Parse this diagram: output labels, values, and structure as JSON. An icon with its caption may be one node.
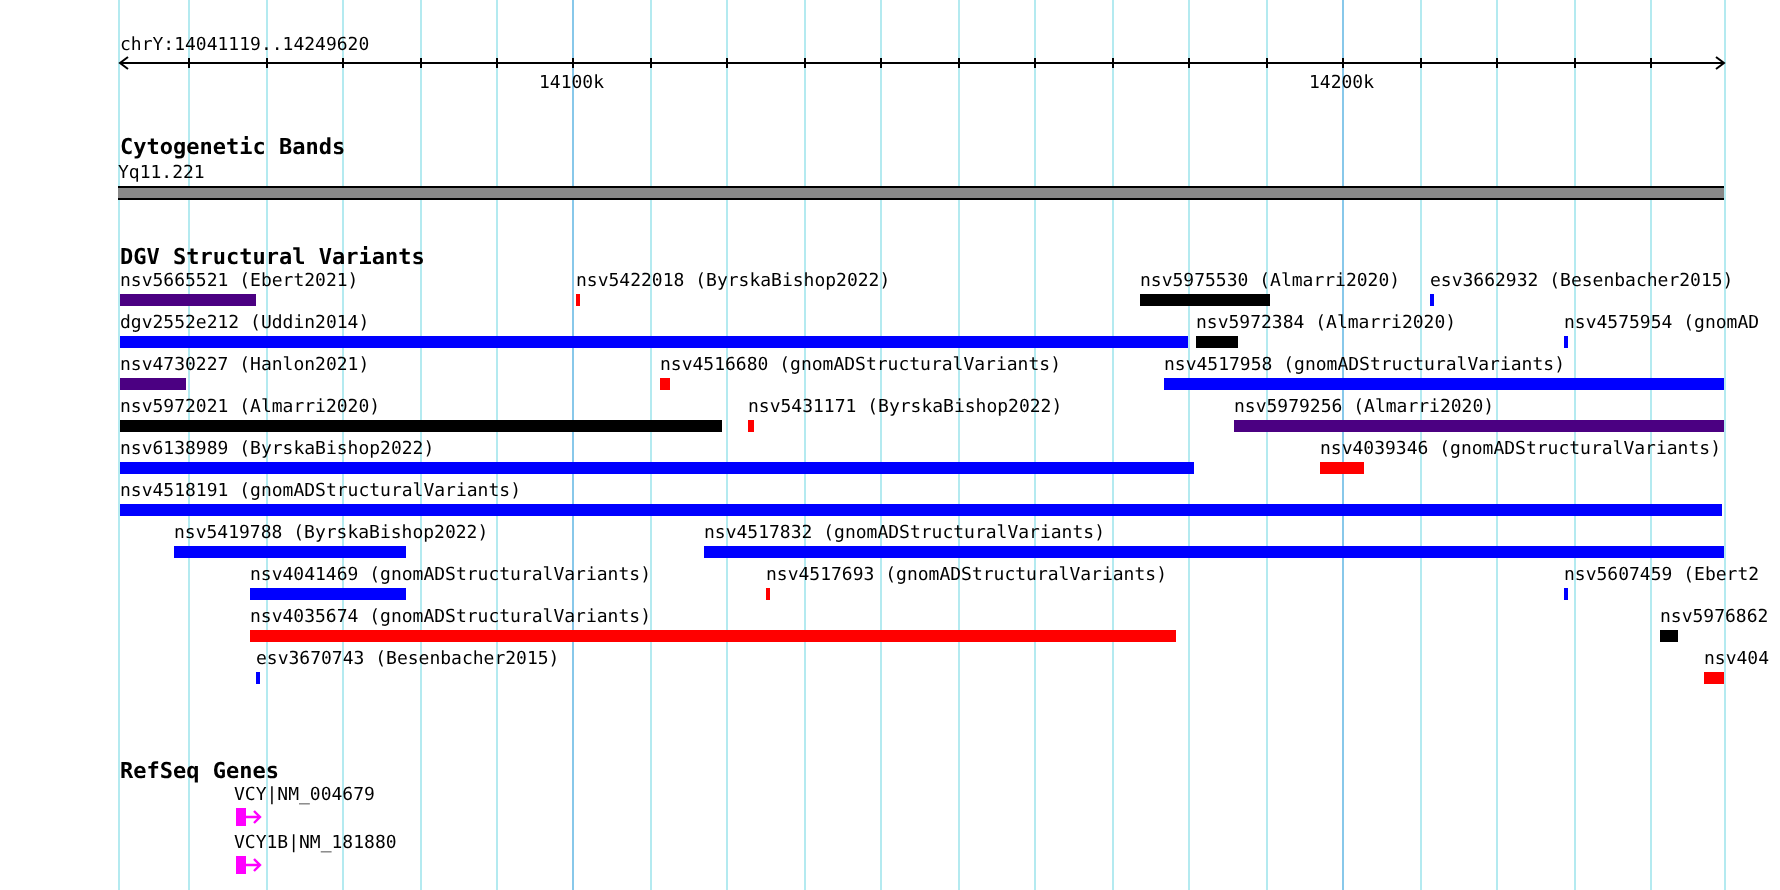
{
  "diagram": {
    "nodes": [
      {
        "text": [
          "Yq11.221"
        ]
      },
      {
        "text": [
          "nsv5665521 (Ebert2021)"
        ]
      },
      {
        "text": [
          "nsv5422018 (ByrskaBishop2022)"
        ]
      },
      {
        "text": [
          "nsv5975530 (Almarri2020)"
        ]
      },
      {
        "text": [
          "esv3662932 (Besenbacher2015)"
        ]
      },
      {
        "text": [
          "dgv2552e212 (Uddin2014)"
        ]
      },
      {
        "text": [
          "nsv5972384 (Almarri2020)"
        ]
      },
      {
        "text": [
          "nsv4575954 (gnomAD"
        ]
      },
      {
        "text": [
          "nsv4730227 (Hanlon2021)"
        ]
      },
      {
        "text": [
          "nsv4516680 (gnomADStructuralVariants)"
        ]
      },
      {
        "text": [
          "nsv4517958 (gnomADStructuralVariants)"
        ]
      },
      {
        "text": [
          "nsv5972021 (Almarri2020)"
        ]
      },
      {
        "text": [
          "nsv5431171 (ByrskaBishop2022)"
        ]
      },
      {
        "text": [
          "nsv5979256 (Almarri2020)"
        ]
      },
      {
        "text": [
          "nsv6138989 (ByrskaBishop2022)"
        ]
      },
      {
        "text": [
          "nsv4039346 (gnomADStructuralVariants)"
        ]
      },
      {
        "text": [
          "nsv4518191 (gnomADStructuralVariants)"
        ]
      },
      {
        "text": [
          "nsv5419788 (ByrskaBishop2022)"
        ]
      },
      {
        "text": [
          "nsv4517832 (gnomADStructuralVariants)"
        ]
      },
      {
        "text": [
          "nsv4041469 (gnomADStructuralVariants)"
        ]
      },
      {
        "text": [
          "nsv4517693 (gnomADStructuralVariants)"
        ]
      },
      {
        "text": [
          "nsv5607459 (Ebert2"
        ]
      },
      {
        "text": [
          "nsv4035674 (gnomADStructuralVariants)"
        ]
      },
      {
        "text": [
          "nsv5976862"
        ]
      },
      {
        "text": [
          "esv3670743 (Besenbacher2015)"
        ]
      },
      {
        "text": [
          "nsv404"
        ]
      },
      {
        "text": [
          "VCY|NM_004679"
        ]
      },
      {
        "text": [
          "VCY1B|NM_181880"
        ]
      }
    ],
    "labels": [
      "chrY:14041119..14249620",
      "14100k",
      "14200k",
      "Cytogenetic Bands",
      "DGV Structural Variants",
      "RefSeq Genes"
    ]
  }
}
